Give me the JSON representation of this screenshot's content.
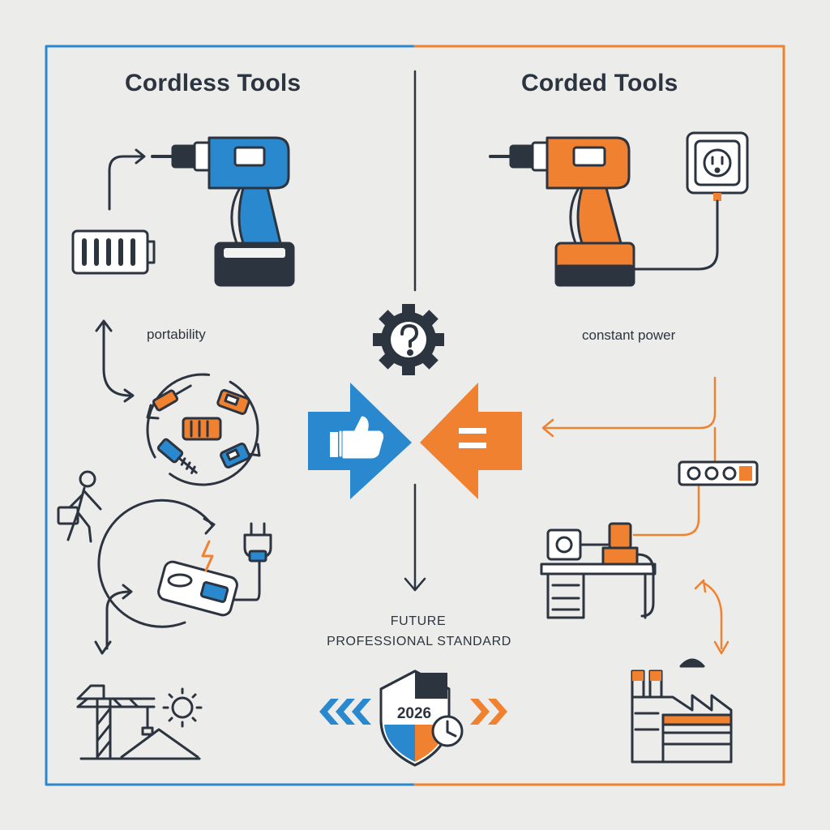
{
  "left": {
    "title": "Cordless Tools",
    "feature": "portability"
  },
  "right": {
    "title": "Corded Tools",
    "feature": "constant power"
  },
  "center": {
    "future_line1": "FUTURE",
    "future_line2": "PROFESSIONAL STANDARD",
    "badge_year": "2026"
  },
  "colors": {
    "cordless_accent": "#2a88cf",
    "corded_accent": "#ef8130",
    "ink": "#2c3440",
    "background": "#ececea"
  },
  "icons": [
    "battery-icon",
    "cordless-drill-icon",
    "outlet-icon",
    "corded-drill-icon",
    "gear-question-icon",
    "thumbs-up-arrow-icon",
    "equals-arrow-icon",
    "tool-cycle-icon",
    "worker-icon",
    "charger-icon",
    "plug-icon",
    "power-strip-icon",
    "workbench-icon",
    "crane-icon",
    "sun-icon",
    "factory-icon",
    "shield-2026-icon",
    "clock-icon"
  ]
}
